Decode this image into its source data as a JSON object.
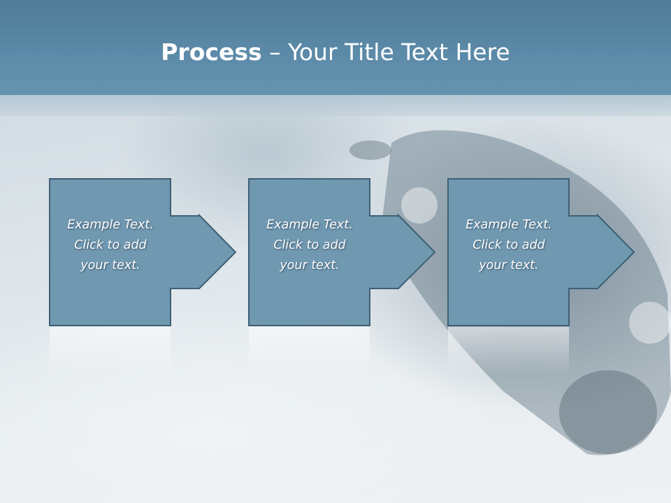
{
  "slide": {
    "title_bold": "Process",
    "title_rest": " – Your Title Text Here"
  },
  "steps": [
    {
      "text": "Example Text.\nClick  to add\nyour text."
    },
    {
      "text": "Example Text.\nClick  to add\nyour text."
    },
    {
      "text": "Example Text.\nClick  to add\nyour text."
    }
  ],
  "colors": {
    "header": "#5b8aa8",
    "shape_fill": "#7098b1",
    "shape_border": "#3e5f74"
  }
}
